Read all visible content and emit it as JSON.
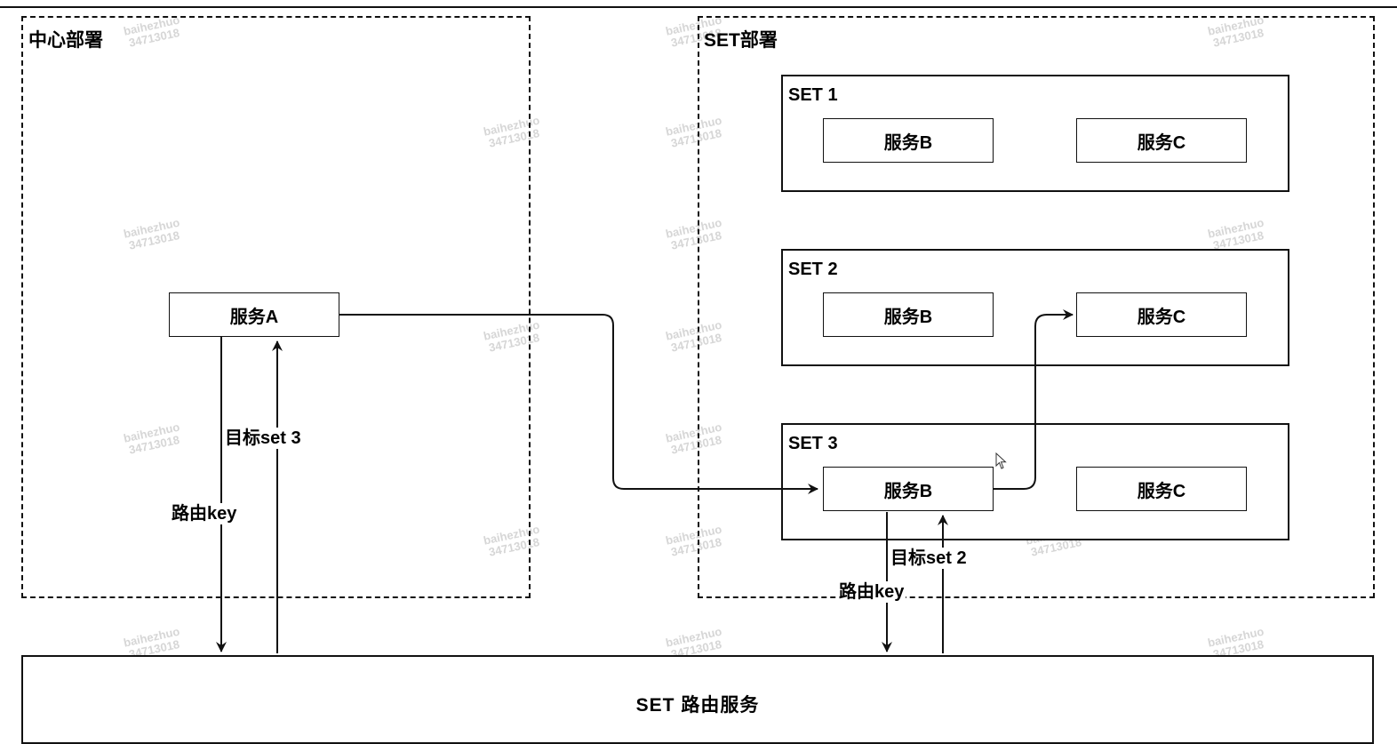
{
  "zones": {
    "central": {
      "label": "中心部署"
    },
    "set": {
      "label": "SET部署"
    }
  },
  "sets": [
    {
      "name": "SET 1",
      "services": [
        "服务B",
        "服务C"
      ]
    },
    {
      "name": "SET 2",
      "services": [
        "服务B",
        "服务C"
      ]
    },
    {
      "name": "SET 3",
      "services": [
        "服务B",
        "服务C"
      ]
    }
  ],
  "service_a": {
    "label": "服务A"
  },
  "router": {
    "label": "SET 路由服务"
  },
  "edge_labels": {
    "a_target": "目标set 3",
    "a_route_key": "路由key",
    "b_target": "目标set 2",
    "b_route_key": "路由key"
  },
  "watermark": {
    "user": "baihezhuo",
    "id": "34713018"
  }
}
